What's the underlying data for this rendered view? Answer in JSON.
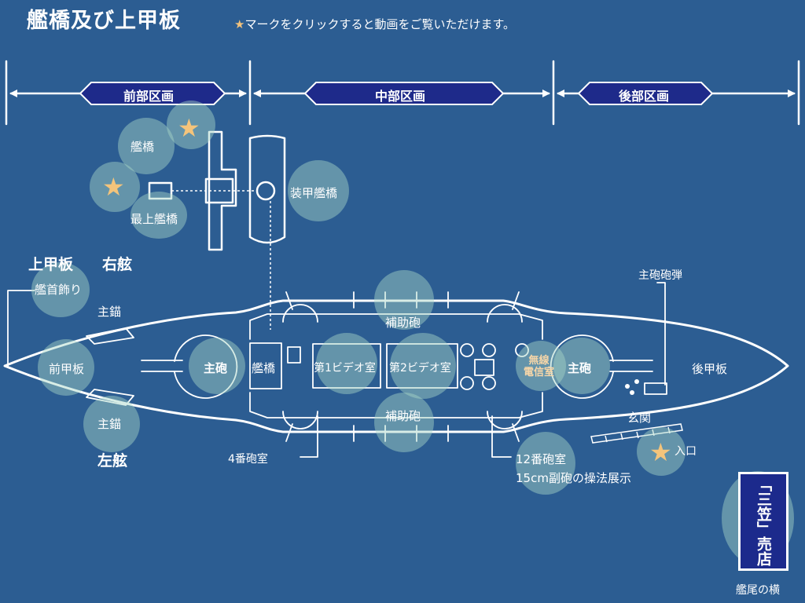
{
  "title": "艦橋及び上甲板",
  "hint": {
    "star": "★",
    "text": "マークをクリックすると動画をご覧いただけます。"
  },
  "sections": {
    "front": "前部区画",
    "middle": "中部区画",
    "rear": "後部区画"
  },
  "labels": {
    "bridge": "艦橋",
    "top_bridge": "最上艦橋",
    "armored_bridge": "装甲艦橋",
    "upper_deck": "上甲板",
    "starboard": "右舷",
    "port": "左舷",
    "bow_ornament": "艦首飾り",
    "main_anchor_top": "主錨",
    "main_anchor_bottom": "主錨",
    "fore_deck": "前甲板",
    "main_gun_fore": "主砲",
    "bridge_center": "艦橋",
    "video_room_1": "第1ビデオ室",
    "video_room_2": "第2ビデオ室",
    "secondary_gun_top": "補助砲",
    "secondary_gun_bottom": "補助砲",
    "radio_room_line1": "無線",
    "radio_room_line2": "電信室",
    "main_gun_aft": "主砲",
    "main_shells": "主砲砲弾",
    "aft_deck": "後甲板",
    "gate": "玄関",
    "entrance": "入口",
    "casemate_4": "4番砲室",
    "casemate_12": "12番砲室",
    "gun_demo": "15cm副砲の操法展示",
    "shop": "「三笠」売店",
    "stern_side": "艦尾の横"
  },
  "colors": {
    "background": "#2c5d92",
    "section_banner": "#1e2a8a",
    "hotspot": "#a8d6c8",
    "star": "#f4c47b",
    "outline": "#ffffff"
  },
  "icons": {
    "video_marker": "star-icon",
    "hotspot": "circle-hotspot"
  }
}
